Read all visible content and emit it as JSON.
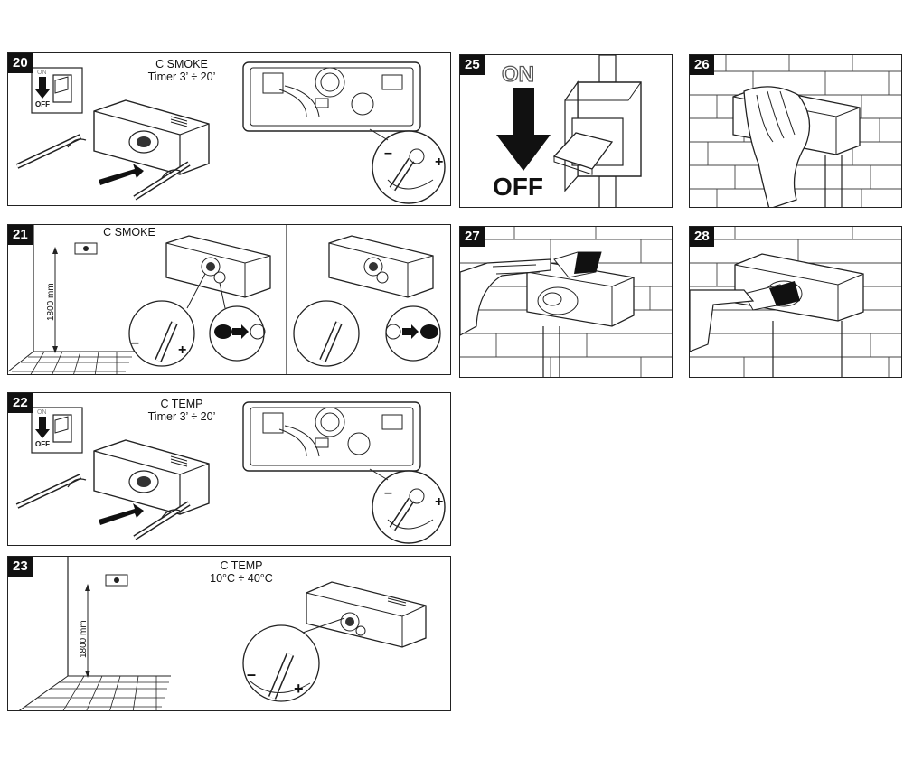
{
  "panels": {
    "p20": {
      "number": "20",
      "title": "C  SMOKE",
      "subtitle": "Timer 3’ ÷ 20’",
      "switch_on": "ON",
      "switch_off": "OFF",
      "minus": "–",
      "plus": "+"
    },
    "p21": {
      "number": "21",
      "title": "C  SMOKE",
      "height": "1800 mm",
      "minus": "–",
      "plus": "+"
    },
    "p22": {
      "number": "22",
      "title": "C  TEMP",
      "subtitle": "Timer 3’ ÷ 20’",
      "switch_on": "ON",
      "switch_off": "OFF",
      "minus": "–",
      "plus": "+"
    },
    "p23": {
      "number": "23",
      "title": "C  TEMP",
      "subtitle": "10°C ÷ 40°C",
      "height": "1800 mm",
      "minus": "–",
      "plus": "+"
    },
    "p25": {
      "number": "25",
      "on": "ON",
      "off": "OFF"
    },
    "p26": {
      "number": "26"
    },
    "p27": {
      "number": "27"
    },
    "p28": {
      "number": "28"
    }
  }
}
